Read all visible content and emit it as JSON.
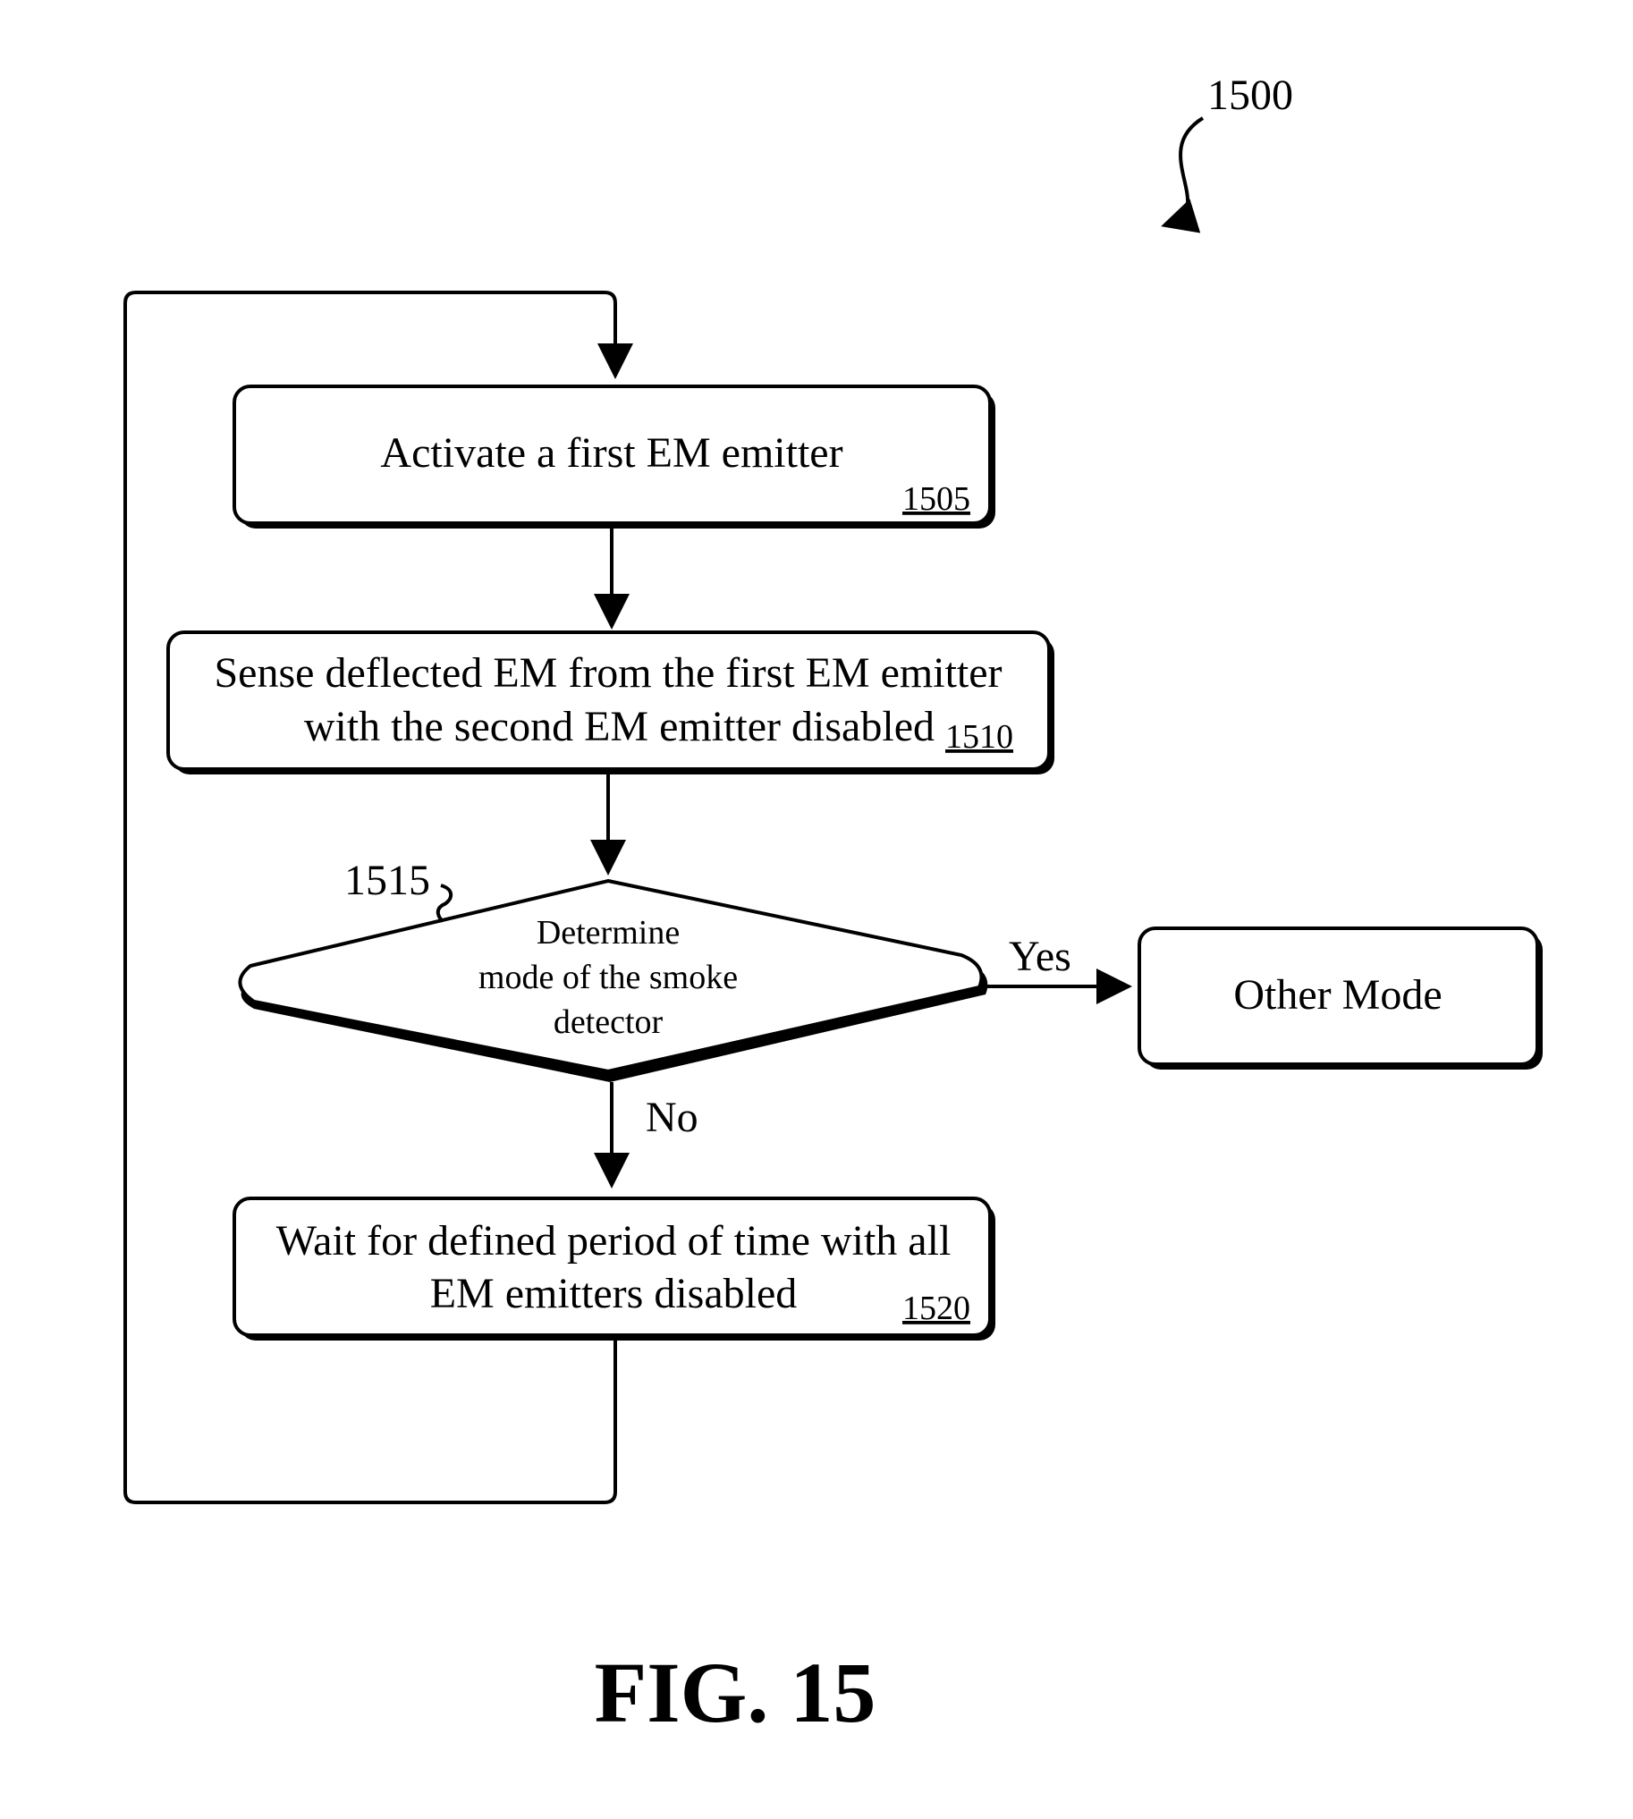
{
  "figure": {
    "ref_number": "1500",
    "caption": "FIG. 15"
  },
  "steps": {
    "step_1505": {
      "lines": [
        "Activate a first EM emitter"
      ],
      "ref": "1505"
    },
    "step_1510": {
      "lines": [
        "Sense deflected EM from the first EM emitter",
        "with the second EM emitter disabled"
      ],
      "ref": "1510"
    },
    "decision_1515": {
      "lines": [
        "Determine",
        "mode of the smoke",
        "detector"
      ],
      "ref": "1515"
    },
    "step_1520": {
      "lines": [
        "Wait for defined period of time with all",
        "EM emitters disabled"
      ],
      "ref": "1520"
    },
    "other_mode": {
      "lines": [
        "Other Mode"
      ]
    }
  },
  "branches": {
    "yes": "Yes",
    "no": "No"
  }
}
